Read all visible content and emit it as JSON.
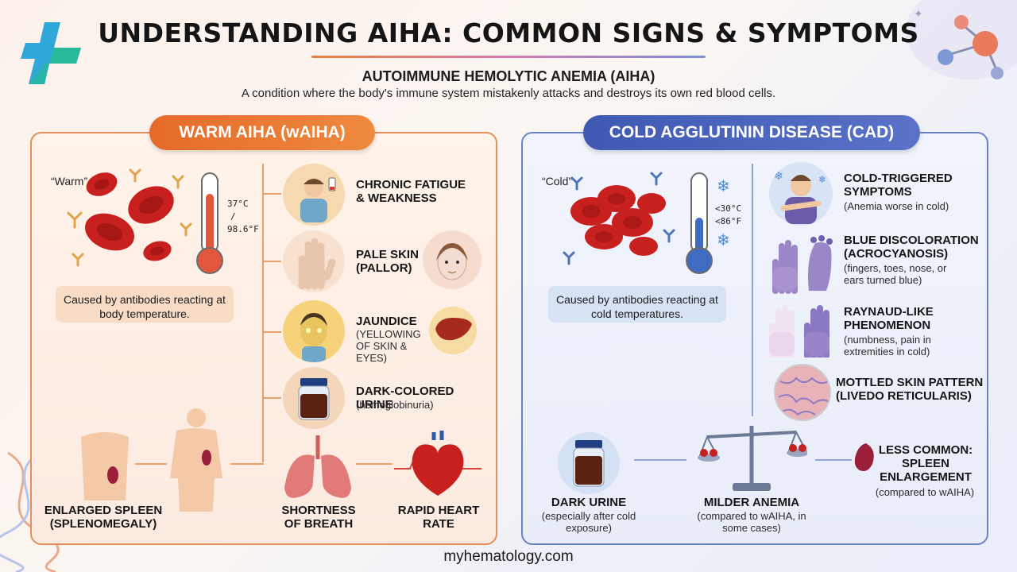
{
  "header": {
    "title": "UNDERSTANDING AIHA: COMMON SIGNS & SYMPTOMS",
    "subtitle": "AUTOIMMUNE HEMOLYTIC ANEMIA (AIHA)",
    "description": "A condition where the body's immune system mistakenly attacks and destroys its own red blood cells."
  },
  "warm": {
    "title": "WARM AIHA (wAIHA)",
    "quote": "“Warm”",
    "temp_c": "37°C",
    "temp_slash": "/",
    "temp_f": "98.6°F",
    "cause": "Caused by antibodies reacting at body temperature.",
    "symptoms": [
      {
        "title": "CHRONIC FATIGUE & WEAKNESS",
        "sub": ""
      },
      {
        "title": "PALE SKIN (PALLOR)",
        "sub": ""
      },
      {
        "title": "JAUNDICE",
        "sub": "(YELLOWING OF SKIN & EYES)"
      },
      {
        "title": "DARK-COLORED URINE",
        "sub": "(hemoglobinuria)"
      }
    ],
    "bottom": [
      {
        "title": "ENLARGED SPLEEN (SPLENOMEGALY)"
      },
      {
        "title": "SHORTNESS OF BREATH"
      },
      {
        "title": "RAPID HEART RATE"
      }
    ]
  },
  "cold": {
    "title": "COLD AGGLUTININ DISEASE (CAD)",
    "quote": "“Cold”",
    "temp_c": "<30°C",
    "temp_f": "<86°F",
    "cause": "Caused by antibodies reacting at cold temperatures.",
    "symptoms": [
      {
        "title": "COLD-TRIGGERED SYMPTOMS",
        "sub": "(Anemia worse in cold)"
      },
      {
        "title": "BLUE DISCOLORATION (ACROCYANOSIS)",
        "sub": "(fingers, toes, nose, or ears turned blue)"
      },
      {
        "title": "RAYNAUD-LIKE PHENOMENON",
        "sub": "(numbness, pain in extremities in cold)"
      },
      {
        "title": "MOTTLED SKIN PATTERN (LIVEDO RETICULARIS)",
        "sub": ""
      }
    ],
    "bottom": [
      {
        "title": "DARK URINE",
        "sub": "(especially after cold exposure)"
      },
      {
        "title": "MILDER ANEMIA",
        "sub": "(compared to wAIHA, in some cases)"
      },
      {
        "title": "LESS COMMON: SPLEEN ENLARGEMENT",
        "sub": "(compared to wAIHA)"
      }
    ]
  },
  "footer": {
    "site": "myhematology.com"
  },
  "colors": {
    "warm_accent": "#e56a2a",
    "cold_accent": "#3f58b2",
    "blood_red": "#c8201e"
  }
}
